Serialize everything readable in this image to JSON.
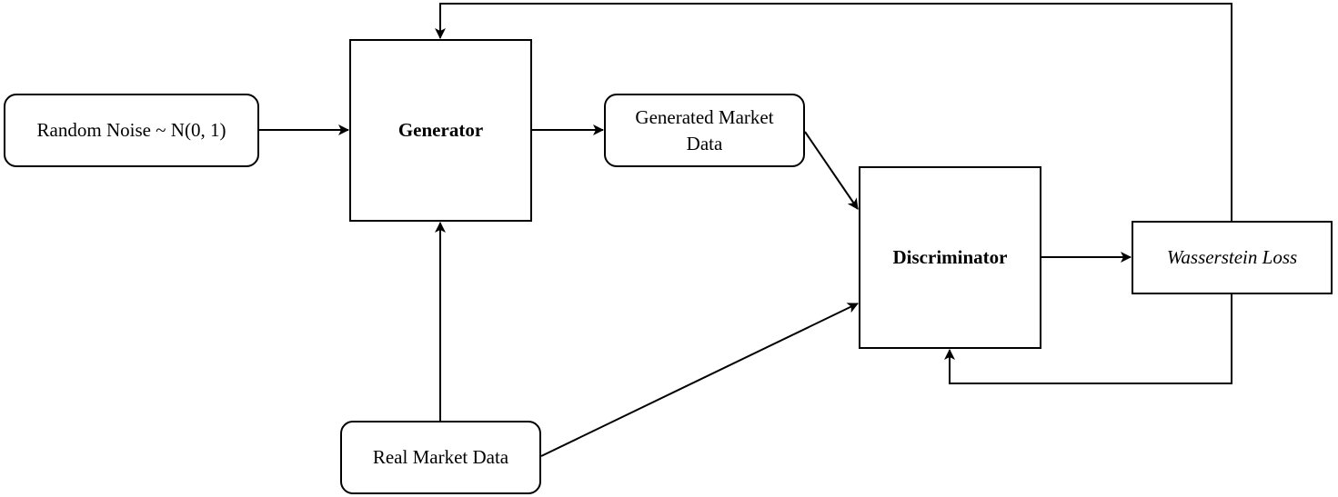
{
  "nodes": {
    "noise": {
      "label": "Random Noise ~ N(0, 1)"
    },
    "generator": {
      "label": "Generator"
    },
    "generated": {
      "label": "Generated Market Data"
    },
    "discriminator": {
      "label": "Discriminator"
    },
    "loss": {
      "label": "Wasserstein Loss"
    },
    "real": {
      "label": "Real Market Data"
    }
  },
  "colors": {
    "stroke": "#000000",
    "background": "#ffffff"
  }
}
